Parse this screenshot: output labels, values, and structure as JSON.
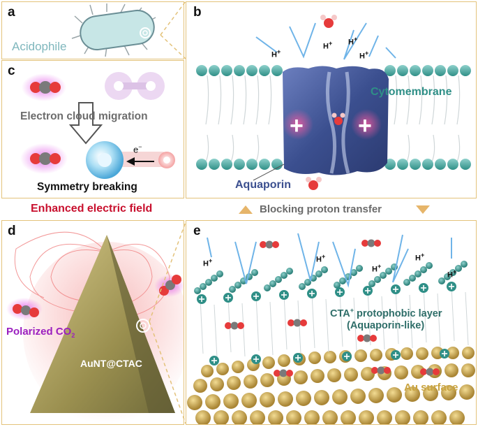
{
  "panels": {
    "a": {
      "label": "a",
      "caption": "Acidophile"
    },
    "b": {
      "label": "b",
      "cytomembrane": "Cytomembrane",
      "aquaporin": "Aquaporin",
      "proton": "H",
      "proton_sup": "+",
      "plus": "+"
    },
    "c": {
      "label": "c",
      "migration": "Electron cloud migration",
      "electron": "e",
      "electron_sup": "−",
      "symmetry": "Symmetry breaking"
    },
    "d": {
      "label": "d",
      "field": "Enhanced electric field",
      "polarized": "Polarized CO",
      "polarized_sub": "2",
      "nanotri": "AuNT@CTAC"
    },
    "e": {
      "label": "e",
      "layer_line1": "CTA",
      "layer_sup": "+",
      "layer_line1_rest": " protophobic layer",
      "layer_line2": "(Aquaporin-like)",
      "surface": "Au surface",
      "proton": "H",
      "proton_sup": "+"
    }
  },
  "banner": {
    "blocking": "Blocking proton transfer"
  },
  "colors": {
    "teal": "#2f8f87",
    "gold": "#e3c27a",
    "red": "#c8102e",
    "purple": "#9b1fbf",
    "aquaporin_blue": "#3b4f8f",
    "au_gold": "#c9a441"
  }
}
